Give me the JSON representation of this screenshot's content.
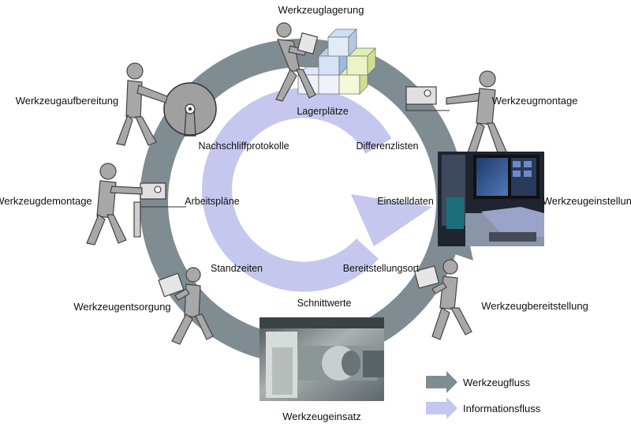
{
  "stations": [
    {
      "id": "werkzeuglagerung",
      "label": "Werkzeuglagerung"
    },
    {
      "id": "werkzeugmontage",
      "label": "Werkzeugmontage"
    },
    {
      "id": "werkzeugeinstellung",
      "label": "Werkzeugeinstellung"
    },
    {
      "id": "werkzeugbereitstellung",
      "label": "Werkzeugbereitstellung"
    },
    {
      "id": "werkzeugeinsatz",
      "label": "Werkzeugeinsatz"
    },
    {
      "id": "werkzeugentsorgung",
      "label": "Werkzeugentsorgung"
    },
    {
      "id": "werkzeugdemontage",
      "label": "Werkzeugdemontage"
    },
    {
      "id": "werkzeugaufbereitung",
      "label": "Werkzeugaufbereitung"
    }
  ],
  "information_items": [
    {
      "id": "lagerplaetze",
      "label": "Lagerplätze"
    },
    {
      "id": "differenzlisten",
      "label": "Differenzlisten"
    },
    {
      "id": "einstelldaten",
      "label": "Einstelldaten"
    },
    {
      "id": "bereitstellungsort",
      "label": "Bereitstellungsort"
    },
    {
      "id": "schnittwerte",
      "label": "Schnittwerte"
    },
    {
      "id": "standzeiten",
      "label": "Standzeiten"
    },
    {
      "id": "arbeitsplaene",
      "label": "Arbeitspläne"
    },
    {
      "id": "nachschliffprotokolle",
      "label": "Nachschliffprotokolle"
    }
  ],
  "legend": {
    "tool_flow": "Werkzeugfluss",
    "info_flow": "Informationsfluss"
  },
  "colors": {
    "tool_flow": "#7f8c92",
    "info_flow": "#c5c7ee",
    "figure": "#a8a8a8",
    "figure_outline": "#444444"
  }
}
